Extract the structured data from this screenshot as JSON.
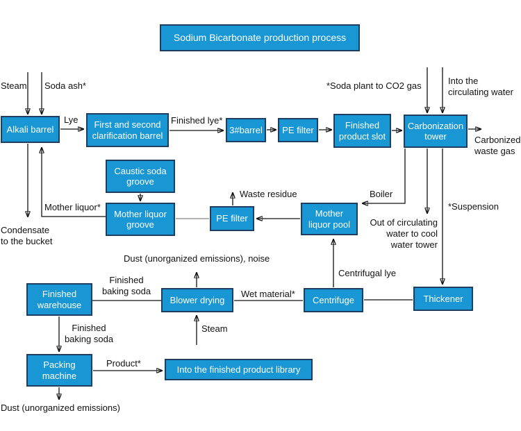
{
  "diagram": {
    "title": "Sodium Bicarbonate production process",
    "accent_color": "#1897d4",
    "border_color": "#1d3e61",
    "nodes": {
      "alkali_barrel": "Alkali barrel",
      "clarification_barrel": "First and second\nclarification barrel",
      "barrel_3": "3#barrel",
      "pe_filter_top": "PE filter",
      "finished_product_slot": "Finished\nproduct slot",
      "carbonization_tower": "Carbonization\ntower",
      "caustic_soda_groove": "Caustic soda\ngroove",
      "mother_liquor_groove": "Mother liquor\ngroove",
      "pe_filter_mid": "PE filter",
      "mother_liquor_pool": "Mother\nliquor pool",
      "finished_warehouse": "Finished\nwarehouse",
      "blower_drying": "Blower drying",
      "centrifuge": "Centrifuge",
      "thickener": "Thickener",
      "packing_machine": "Packing\nmachine",
      "product_library": "Into the finished product library"
    },
    "labels": {
      "steam_top": "Steam",
      "soda_ash": "Soda ash*",
      "lye": "Lye",
      "finished_lye": "Finished lye*",
      "soda_plant_co2": "*Soda plant to CO2 gas",
      "into_circulating_water": "Into the\ncirculating water",
      "carbonized_waste_gas": "Carbonized\nwaste gas",
      "mother_liquor": "Mother liquor*",
      "condensate": "Condensate\nto the bucket",
      "waste_residue": "Waste residue",
      "boiler": "Boiler",
      "out_of_circulating": "Out of circulating\nwater to cool\nwater tower",
      "suspension": "*Suspension",
      "dust_noise": "Dust (unorganized emissions), noise",
      "finished_baking_soda_right": "Finished\nbaking soda",
      "wet_material": "Wet material*",
      "centrifugal_lye": "Centrifugal lye",
      "steam_bottom": "Steam",
      "finished_baking_soda_down": "Finished\nbaking soda",
      "product": "Product*",
      "dust_bottom": "Dust (unorganized emissions)"
    }
  }
}
